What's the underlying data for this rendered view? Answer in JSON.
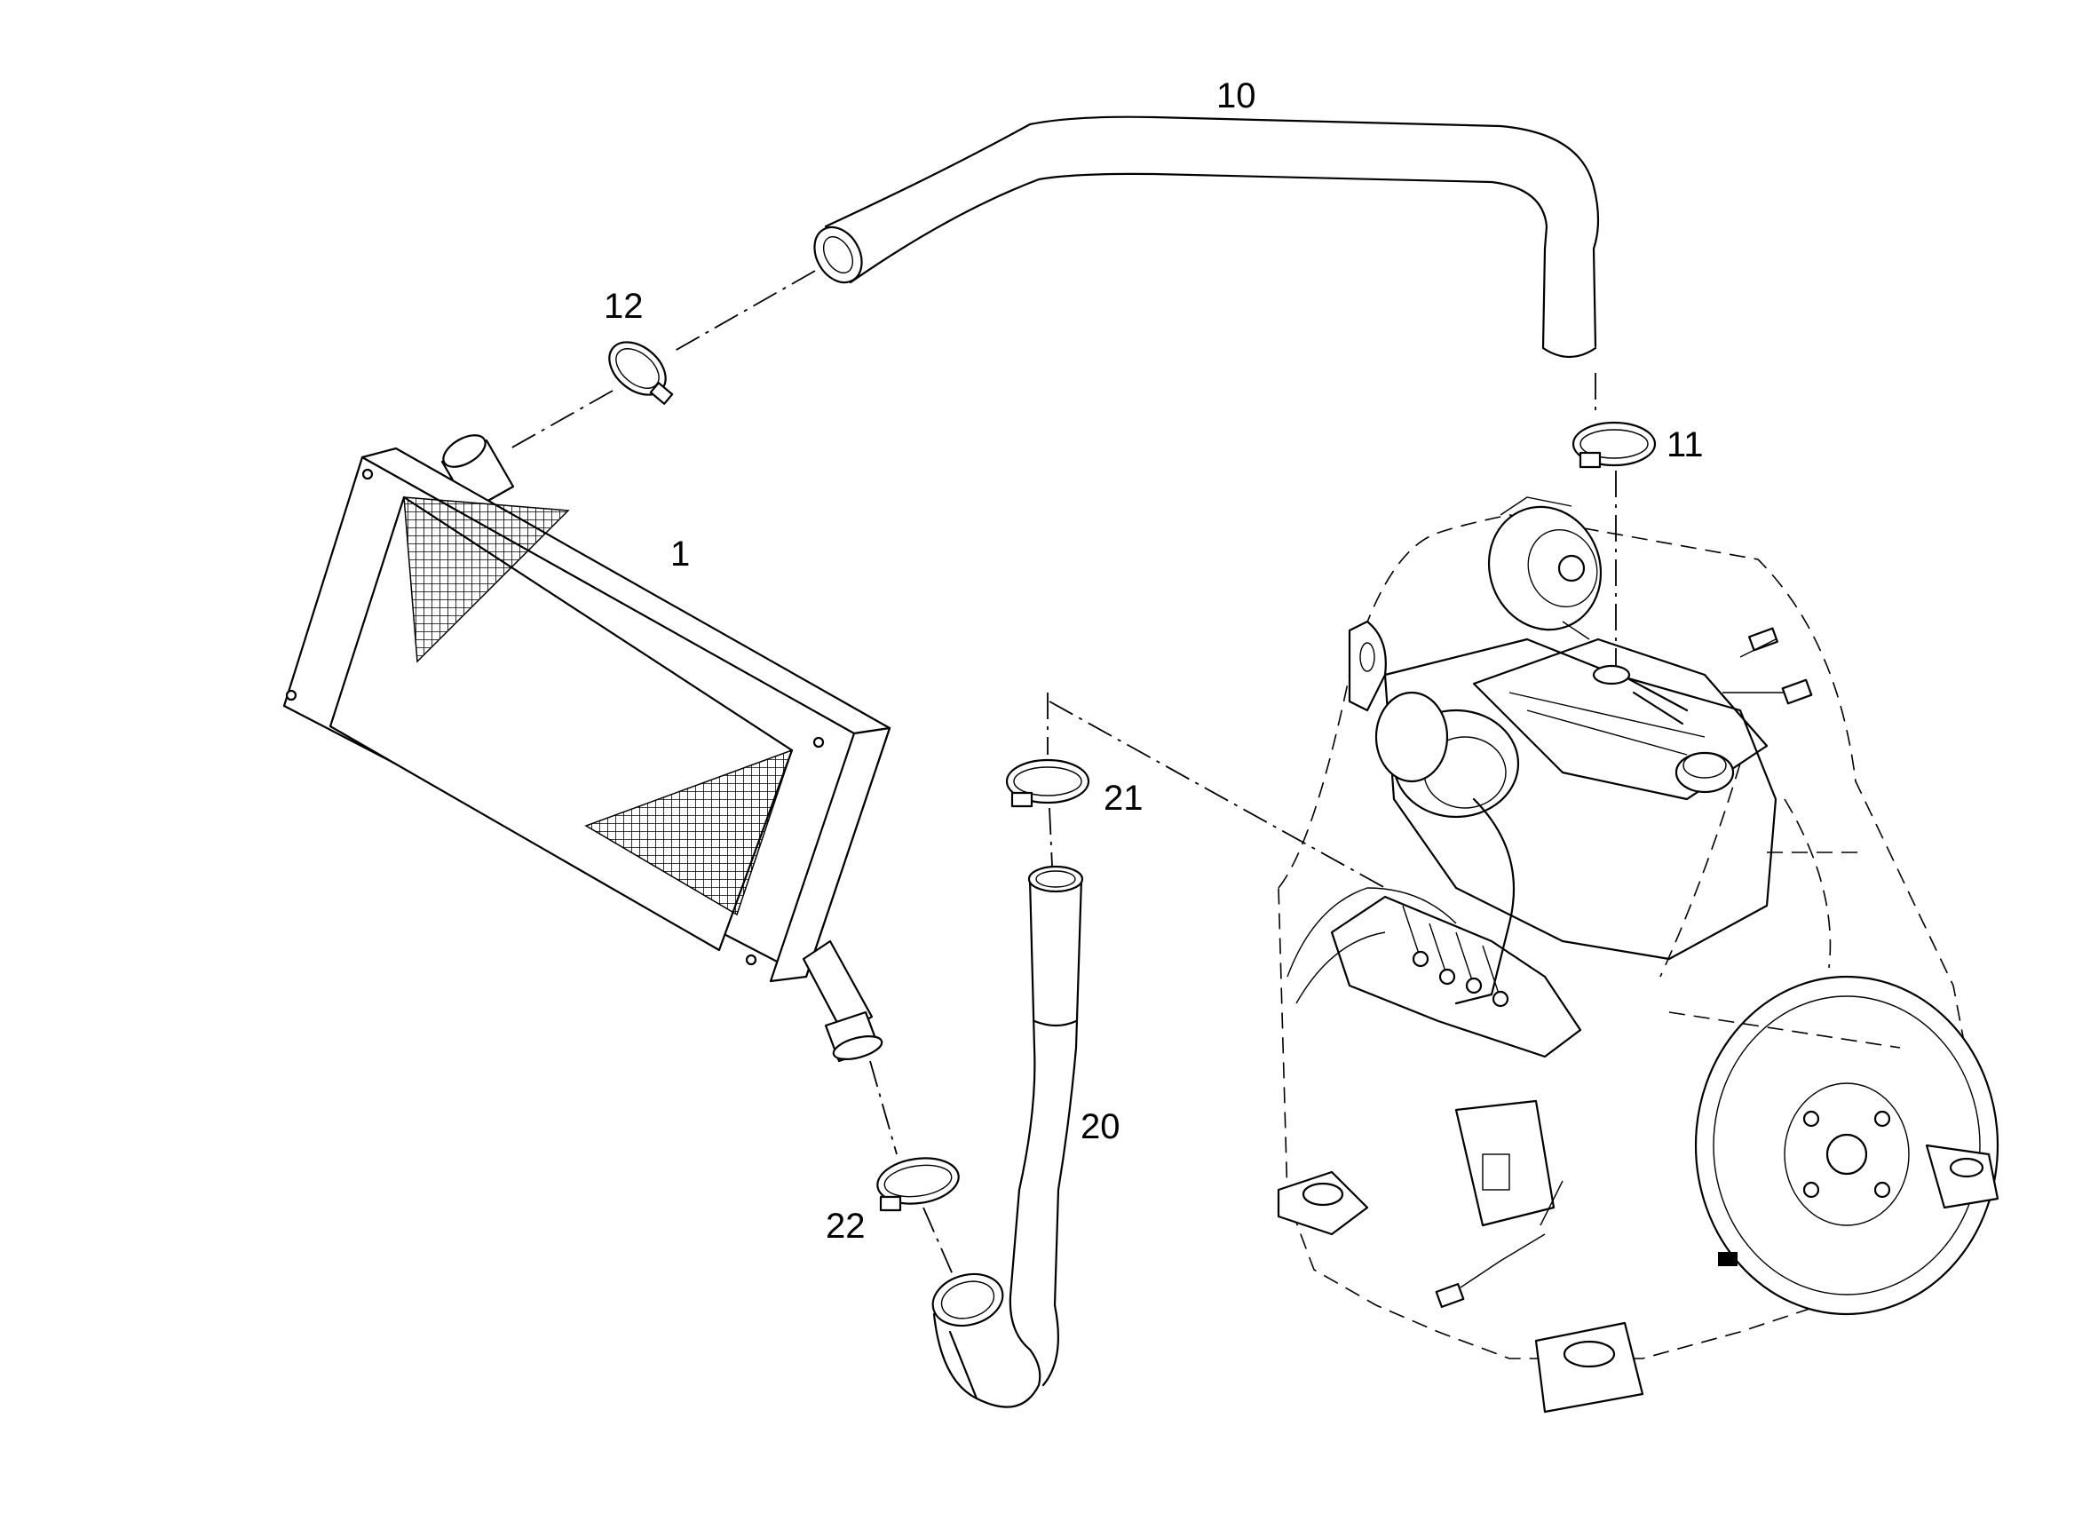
{
  "callouts": {
    "c1": "1",
    "c10": "10",
    "c11": "11",
    "c12": "12",
    "c20": "20",
    "c21": "21",
    "c22": "22"
  },
  "colors": {
    "line": "#000000",
    "background": "#ffffff"
  }
}
